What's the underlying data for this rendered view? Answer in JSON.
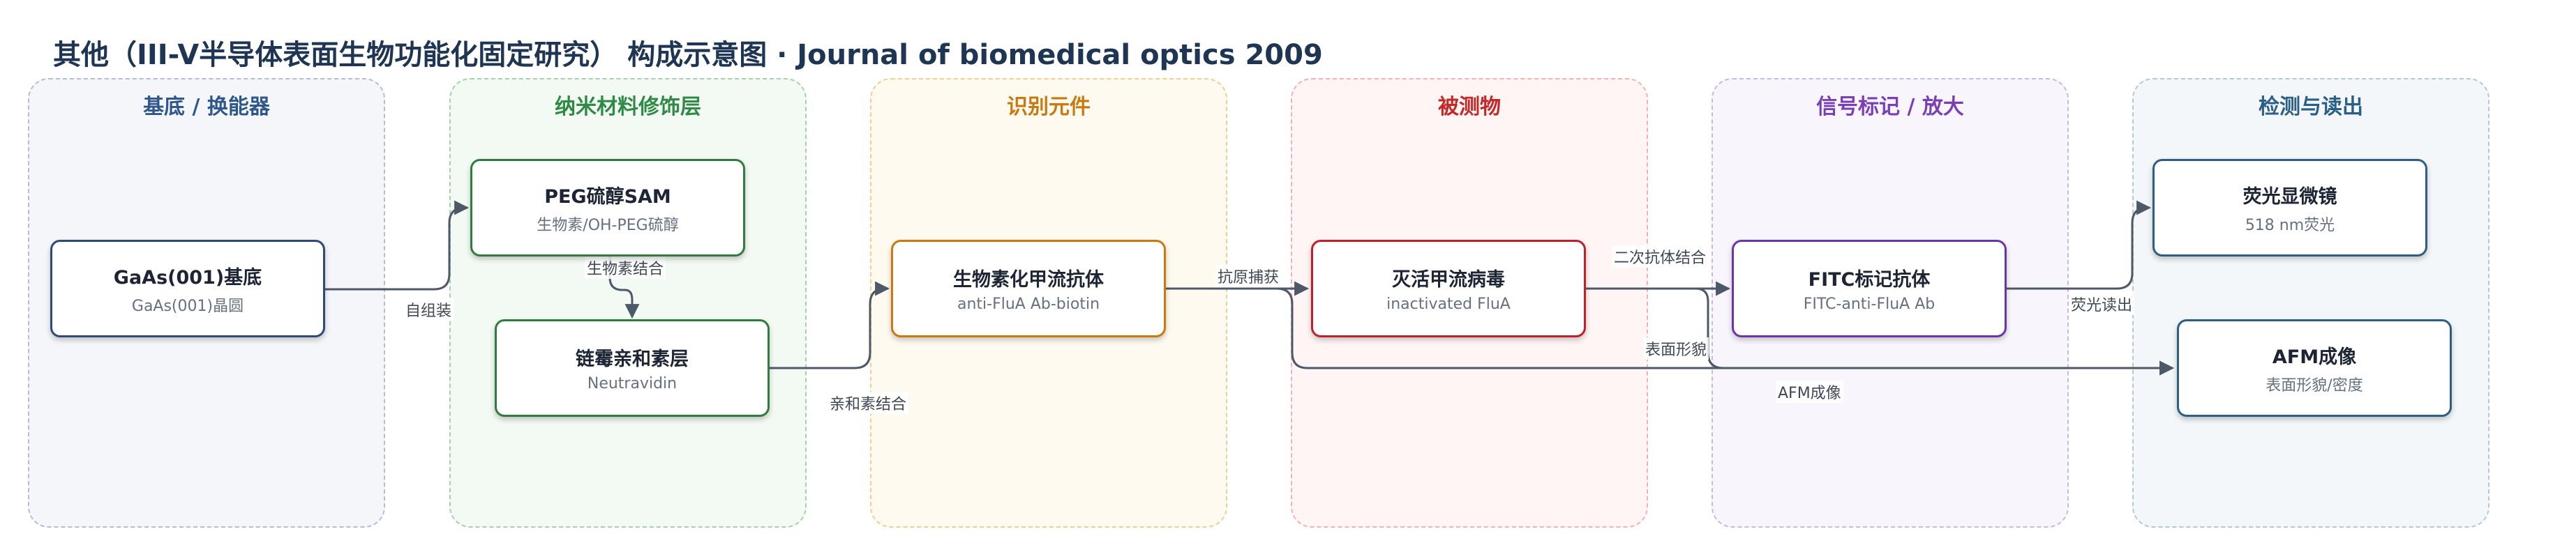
{
  "title": "其他（III-V半导体表面生物功能化固定研究） 构成示意图 · Journal of biomedical optics 2009",
  "lanes": [
    {
      "title": "基底 / 换能器",
      "color": "#30578c",
      "border": "#b7bcd6",
      "fill": "#f5f6fa"
    },
    {
      "title": "纳米材料修饰层",
      "color": "#2f8a45",
      "border": "#a8cfb0",
      "fill": "#f3f9f3"
    },
    {
      "title": "识别元件",
      "color": "#c77a10",
      "border": "#f0cf95",
      "fill": "#fffaf0"
    },
    {
      "title": "被测物",
      "color": "#c62828",
      "border": "#f2b3b3",
      "fill": "#fff5f5"
    },
    {
      "title": "信号标记 / 放大",
      "color": "#7b3fb5",
      "border": "#ccb8e3",
      "fill": "#f9f5fd"
    },
    {
      "title": "检测与读出",
      "color": "#2b5f86",
      "border": "#b5c9d3",
      "fill": "#f4f7f9"
    }
  ],
  "nodes": {
    "gaas": {
      "title": "GaAs(001)基底",
      "sub": "GaAs(001)晶圆",
      "color": "#2f4a7a"
    },
    "peg": {
      "title": "PEG硫醇SAM",
      "sub": "生物素/OH-PEG硫醇",
      "color": "#2e7d3e"
    },
    "neutravidin": {
      "title": "链霉亲和素层",
      "sub": "Neutravidin",
      "color": "#2e7d3e"
    },
    "antibody": {
      "title": "生物素化甲流抗体",
      "sub": "anti-FluA Ab-biotin",
      "color": "#c97a0e"
    },
    "virus": {
      "title": "灭活甲流病毒",
      "sub": "inactivated FluA",
      "color": "#c0202a"
    },
    "fitc": {
      "title": "FITC标记抗体",
      "sub": "FITC-anti-FluA Ab",
      "color": "#6a35a8"
    },
    "microscope": {
      "title": "荧光显微镜",
      "sub": "518 nm荧光",
      "color": "#2d5f82"
    },
    "afm": {
      "title": "AFM成像",
      "sub": "表面形貌/密度",
      "color": "#2d5f82"
    }
  },
  "edges": {
    "self_assembly": "自组装",
    "biotin_binding": "生物素结合",
    "affinity_binding": "亲和素结合",
    "antigen_capture": "抗原捕获",
    "secondary_binding": "二次抗体结合",
    "fluorescence_readout": "荧光读出",
    "surface_morphology": "表面形貌",
    "afm_imaging": "AFM成像"
  }
}
